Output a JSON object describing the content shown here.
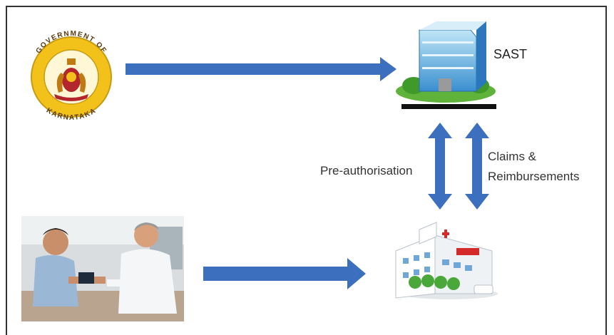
{
  "nodes": {
    "government": {
      "seal_text_top": "GOVERNMENT OF",
      "seal_text_bottom": "KARNATAKA"
    },
    "sast": {
      "label": "SAST"
    },
    "patient_doctor": {},
    "hospital": {}
  },
  "edges": {
    "pre_authorisation": {
      "label": "Pre-authorisation"
    },
    "claims": {
      "label_line1": "Claims &",
      "label_line2": "Reimbursements"
    }
  },
  "colors": {
    "arrow": "#3d6fbf",
    "seal_gold": "#f2c21a",
    "seal_red": "#b3262b",
    "frame": "#333333"
  }
}
